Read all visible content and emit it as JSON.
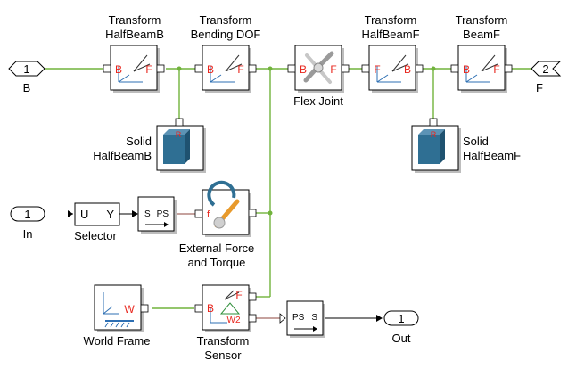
{
  "ports": {
    "in_b": "1",
    "in_b_label": "B",
    "out_f": "2",
    "out_f_label": "F",
    "in_1": "1",
    "in_1_label": "In",
    "out_1": "1",
    "out_1_label": "Out"
  },
  "blocks": {
    "transform_halfbeamb": {
      "label1": "Transform",
      "label2": "HalfBeamB",
      "b": "B",
      "f": "F"
    },
    "transform_bending": {
      "label1": "Transform",
      "label2": "Bending DOF",
      "b": "B",
      "f": "F"
    },
    "flex_joint": {
      "label": "Flex Joint",
      "b": "B",
      "f": "F"
    },
    "transform_halfbeamf": {
      "label1": "Transform",
      "label2": "HalfBeamF",
      "b": "B",
      "f": "F"
    },
    "transform_beamf": {
      "label1": "Transform",
      "label2": "BeamF",
      "b": "B",
      "f": "F"
    },
    "solid_halfbeamb": {
      "label1": "Solid",
      "label2": "HalfBeamB",
      "r": "R"
    },
    "solid_halfbeamf": {
      "label1": "Solid",
      "label2": "HalfBeamF",
      "r": "R"
    },
    "selector": {
      "label": "Selector",
      "u": "U",
      "y": "Y"
    },
    "s_ps": {
      "s": "S",
      "ps": "PS"
    },
    "external_force": {
      "label1": "External Force",
      "label2": "and Torque",
      "f": "f"
    },
    "world_frame": {
      "label": "World Frame",
      "w": "W"
    },
    "transform_sensor": {
      "label1": "Transform",
      "label2": "Sensor",
      "b": "B",
      "f": "F",
      "w2": "W2"
    },
    "ps_s": {
      "ps": "PS",
      "s": "S"
    }
  },
  "colors": {
    "connection_mech": "#71b33c",
    "connection_ps": "#a56a63",
    "frame_letter": "#e8261d",
    "solid_blue": "#2f6f93"
  }
}
